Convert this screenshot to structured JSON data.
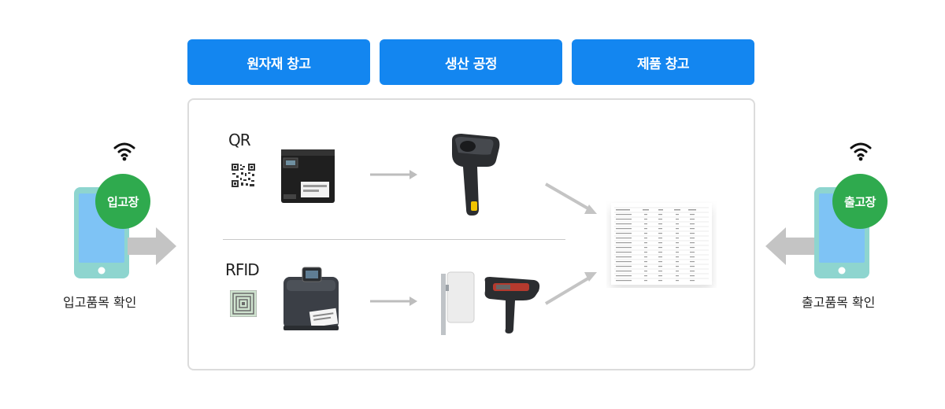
{
  "stages": [
    {
      "label": "원자재 창고"
    },
    {
      "label": "생산 공정"
    },
    {
      "label": "제품 창고"
    }
  ],
  "rows": [
    {
      "label": "QR"
    },
    {
      "label": "RFID"
    }
  ],
  "left_device": {
    "badge": "입고장",
    "caption": "입고품목 확인"
  },
  "right_device": {
    "badge": "출고장",
    "caption": "출고품목 확인"
  },
  "colors": {
    "tab": "#1386f0",
    "badge": "#2faa4e",
    "phone_body": "#8ed5cf",
    "phone_screen": "#7ec3f5",
    "arrow": "#c4c4c4"
  }
}
